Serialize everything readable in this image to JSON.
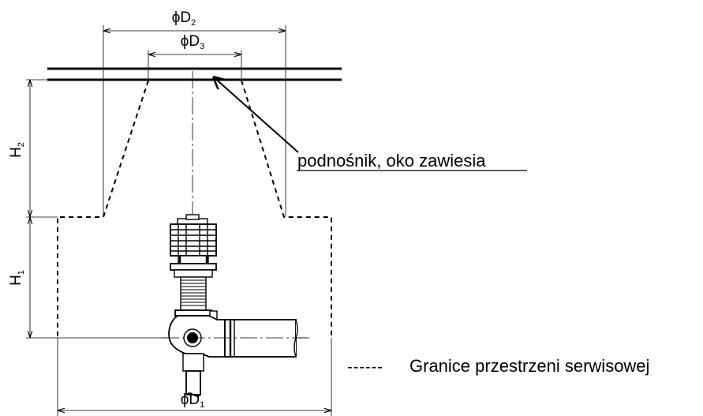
{
  "dimensions": {
    "d1": {
      "symbol": "ϕ",
      "letter": "D",
      "sub": "1"
    },
    "d2": {
      "symbol": "ϕ",
      "letter": "D",
      "sub": "2"
    },
    "d3": {
      "symbol": "ϕ",
      "letter": "D",
      "sub": "3"
    },
    "h1": {
      "letter": "H",
      "sub": "1"
    },
    "h2": {
      "letter": "H",
      "sub": "2"
    }
  },
  "callout": {
    "text": "podnośnik, oko zawiesia"
  },
  "legend": {
    "dash_sample": "------",
    "text": "Granice przestrzeni serwisowej"
  },
  "colors": {
    "line": "#000000",
    "background": "#ffffff"
  }
}
